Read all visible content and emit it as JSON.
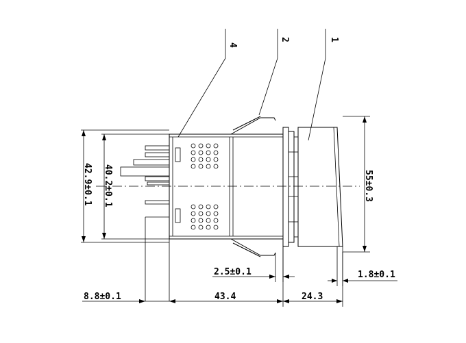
{
  "callouts": [
    "4",
    "2",
    "1"
  ],
  "dimensions": {
    "height_outer": "42.9±0.1",
    "height_inner": "40.2±0.1",
    "height_front": "55±0.3",
    "bezel_gap": "2.5±0.1",
    "lens_offset": "1.8±0.1",
    "pin_length": "8.8±0.1",
    "body_length": "43.4",
    "bezel_length": "24.3"
  }
}
